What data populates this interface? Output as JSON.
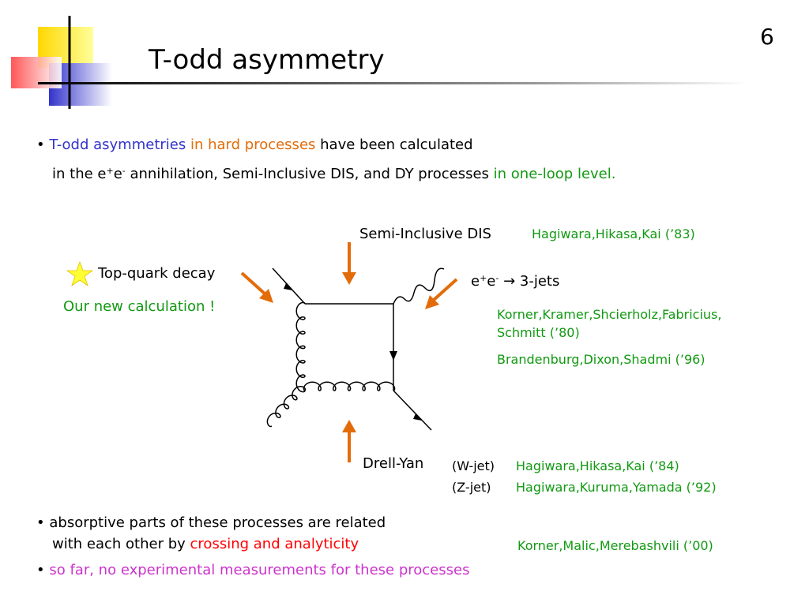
{
  "slide": {
    "number": "6",
    "title": "T-odd asymmetry"
  },
  "bullet1": {
    "marker": "•",
    "part1": "T-odd asymmetries",
    "part2": "in hard processes",
    "part3": "have been calculated",
    "line2_a": "in the e",
    "line2_sup1": "+",
    "line2_b": "e",
    "line2_sup2": "-",
    "line2_c": "annihilation, Semi-Inclusive DIS, and DY processes",
    "line2_d": "in one-loop level."
  },
  "diagram": {
    "sidis_label": "Semi-Inclusive DIS",
    "sidis_ref": "Hagiwara,Hikasa,Kai (’83)",
    "topquark_label": "Top-quark decay",
    "topquark_note": "Our new calculation !",
    "ee_a": "e",
    "ee_sup1": "+",
    "ee_b": "e",
    "ee_sup2": "-",
    "ee_c": "→ 3-jets",
    "ee_ref1_line1": "Korner,Kramer,Shcierholz,Fabricius,",
    "ee_ref1_line2": "Schmitt (’80)",
    "ee_ref2": "Brandenburg,Dixon,Shadmi (’96)",
    "dy_label": "Drell-Yan",
    "dy_w_label": "(W-jet)",
    "dy_w_ref": "Hagiwara,Hikasa,Kai (’84)",
    "dy_z_label": "(Z-jet)",
    "dy_z_ref": "Hagiwara,Kuruma,Yamada (’92)",
    "arrow_color": "#e36c0a",
    "star_color": "#ffff33"
  },
  "bullet2": {
    "marker": "•",
    "line1": "absorptive parts of these processes are related",
    "line2_a": "with each other by",
    "line2_b": "crossing and analyticity",
    "ref": "Korner,Malic,Merebashvili (’00)"
  },
  "bullet3": {
    "marker": "•",
    "text": "so far, no experimental measurements for these processes"
  }
}
